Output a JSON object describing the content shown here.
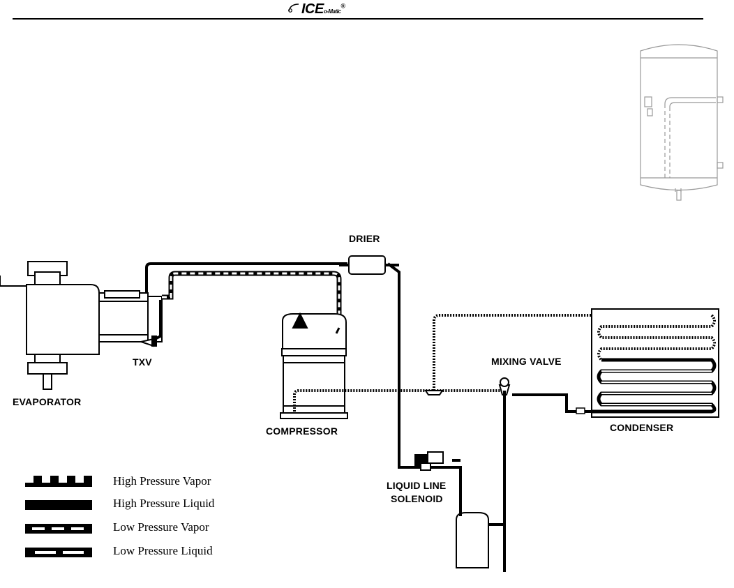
{
  "header": {
    "brand": "ICE",
    "brand_suffix": "o-Matic",
    "brand_mark": "®"
  },
  "diagram": {
    "labels": {
      "drier": "DRIER",
      "txv": "TXV",
      "evaporator": "EVAPORATOR",
      "compressor": "COMPRESSOR",
      "mixing_valve": "MIXING VALVE",
      "condenser": "CONDENSER",
      "liquid_line_solenoid_1": "LIQUID LINE",
      "liquid_line_solenoid_2": "SOLENOID"
    }
  },
  "legend": {
    "items": [
      {
        "label": "High Pressure Vapor",
        "pattern": "checker"
      },
      {
        "label": "High Pressure Liquid",
        "pattern": "solid"
      },
      {
        "label": "Low Pressure Vapor",
        "pattern": "dashed"
      },
      {
        "label": "Low Pressure Liquid",
        "pattern": "long-dashed"
      }
    ]
  }
}
